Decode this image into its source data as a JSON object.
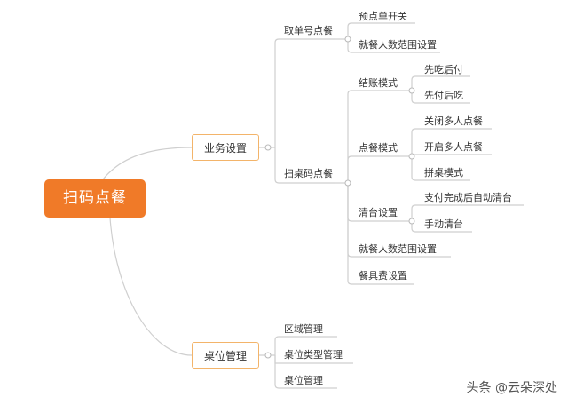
{
  "mindmap": {
    "root": "扫码点餐",
    "business": {
      "label": "业务设置",
      "pickup": {
        "label": "取单号点餐",
        "preorder_switch": "预点单开关",
        "diners_range": "就餐人数范围设置"
      },
      "table_scan": {
        "label": "扫桌码点餐",
        "checkout_mode": {
          "label": "结账模式",
          "eat_first": "先吃后付",
          "pay_first": "先付后吃"
        },
        "order_mode": {
          "label": "点餐模式",
          "close_multi": "关闭多人点餐",
          "open_multi": "开启多人点餐",
          "share_table": "拼桌模式"
        },
        "clear_table": {
          "label": "清台设置",
          "auto_clear": "支付完成后自动清台",
          "manual_clear": "手动清台"
        },
        "diners_range": "就餐人数范围设置",
        "tableware_fee": "餐具费设置"
      }
    },
    "tables": {
      "label": "桌位管理",
      "area": "区域管理",
      "table_type": "桌位类型管理",
      "table_mgmt": "桌位管理"
    }
  },
  "watermark": "头条 @云朵深处"
}
